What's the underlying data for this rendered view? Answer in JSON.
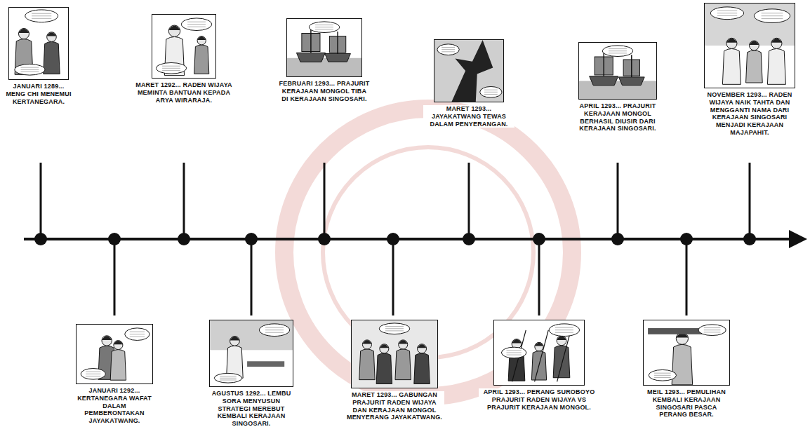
{
  "diagram": {
    "nodes": [
      {
        "text": [
          "JANUARI 1289... MENG CHI MENEMUI KERTANEGARA."
        ]
      },
      {
        "text": [
          "JANUARI 1292... KERTANEGARA WAFAT DALAM PEMBERONTAKAN JAYAKATWANG."
        ]
      },
      {
        "text": [
          "MARET 1292... RADEN WIJAYA MEMINTA BANTUAN KEPADA ARYA WIRARAJA."
        ]
      },
      {
        "text": [
          "AGUSTUS 1292... LEMBU SORA MENYUSUN STRATEGI MEREBUT KEMBALI KERAJAAN SINGOSARI."
        ]
      },
      {
        "text": [
          "FEBRUARI 1293... PRAJURIT KERAJAAN MONGOL TIBA DI KERAJAAN SINGOSARI."
        ]
      },
      {
        "text": [
          "MARET 1293... GABUNGAN PRAJURIT RADEN WIJAYA DAN KERAJAAN MONGOL MENYERANG JAYAKATWANG."
        ]
      },
      {
        "text": [
          "MARET 1293... JAYAKATWANG TEWAS DALAM PENYERANGAN."
        ]
      },
      {
        "text": [
          "APRIL 1293... PERANG SUROBOYO PRAJURIT RADEN WIJAYA VS PRAJURIT KERAJAAN MONGOL."
        ]
      },
      {
        "text": [
          "APRIL 1293... PRAJURIT KERAJAAN MONGOL BERHASIL DIUSIR DARI KERAJAAN SINGOSARI."
        ]
      },
      {
        "text": [
          "MEIL 1293... PEMULIHAN KEMBALI KERAJAAN SINGOSARI PASCA PERANG BESAR."
        ]
      },
      {
        "text": [
          "NOVEMBER 1293... RADEN WIJAYA NAIK TAHTA DAN MENGGANTI NAMA DARI KERAJAAN SINGOSARI MENJADI KERAJAAN MAJAPAHIT."
        ]
      }
    ]
  }
}
